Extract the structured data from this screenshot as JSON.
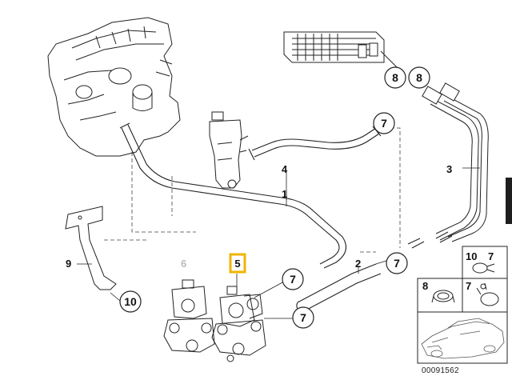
{
  "diagram": {
    "callouts": {
      "c8a": "8",
      "c8b": "8",
      "c7_top": "7",
      "c7_mid": "7",
      "c7_lower": "7",
      "c7_bottom": "7",
      "c10": "10"
    },
    "part_numbers": {
      "p1": "1",
      "p2": "2",
      "p3": "3",
      "p4": "4",
      "p5": "5",
      "p6": "6",
      "p9": "9"
    },
    "highlight_color": "#f0b400",
    "ghost_label_color": "#bbbbbb",
    "legend": {
      "cell_10": "10",
      "cell_7a": "7",
      "cell_8": "8",
      "cell_7b": "7"
    },
    "doc_id": "00091562"
  }
}
